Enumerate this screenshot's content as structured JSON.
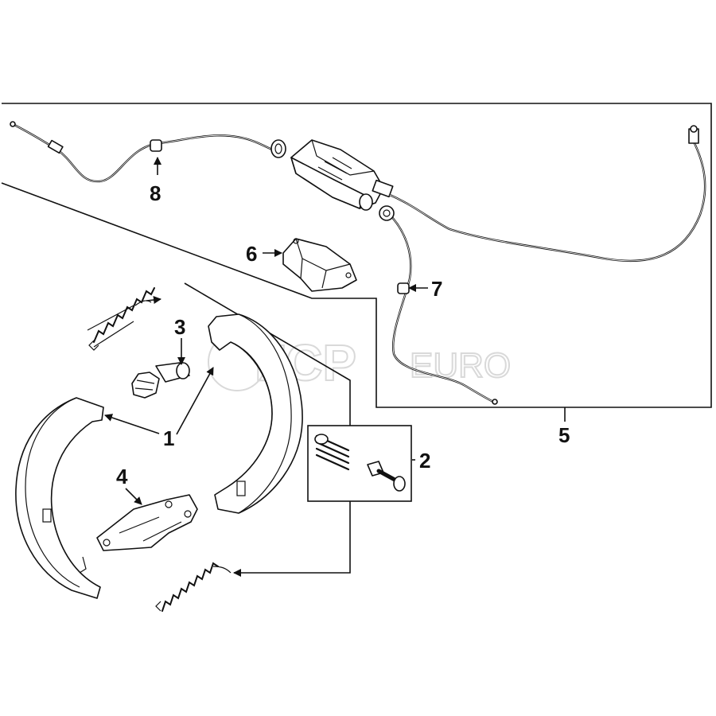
{
  "diagram": {
    "callouts": [
      {
        "id": "1",
        "label": "1"
      },
      {
        "id": "2",
        "label": "2"
      },
      {
        "id": "3",
        "label": "3"
      },
      {
        "id": "4",
        "label": "4"
      },
      {
        "id": "5",
        "label": "5"
      },
      {
        "id": "6",
        "label": "6"
      },
      {
        "id": "7",
        "label": "7"
      },
      {
        "id": "8",
        "label": "8"
      }
    ],
    "watermark": {
      "brand": "FCP",
      "suffix": "EURO"
    }
  }
}
